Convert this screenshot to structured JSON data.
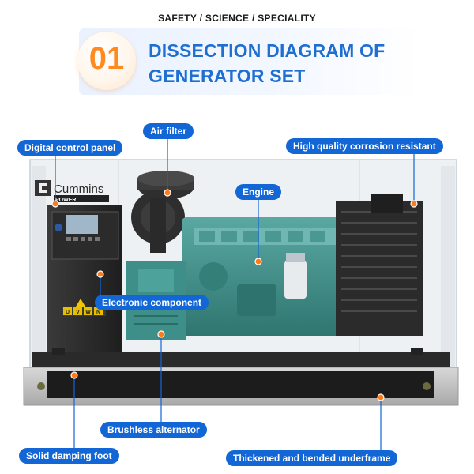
{
  "header": {
    "tagline": "SAFETY / SCIENCE / SPECIALITY",
    "number": "01",
    "title_line1": "DISSECTION DIAGRAM OF",
    "title_line2": "GENERATOR SET"
  },
  "machine": {
    "brand": "Cummins",
    "brand_sub": "POWER",
    "panel_buttons": [
      "U",
      "V",
      "W",
      "N"
    ]
  },
  "labels": {
    "air_filter": "Air filter",
    "digital_control_panel": "Digital control panel",
    "high_quality": "High quality corrosion resistant",
    "engine": "Engine",
    "electronic_component": "Electronic component",
    "brushless_alternator": "Brushless alternator",
    "solid_damping_foot": "Solid damping foot",
    "underframe": "Thickened and bended underframe"
  },
  "colors": {
    "accent_blue": "#1266d6",
    "title_blue": "#1f6fd1",
    "number_orange": "#ff8a1f",
    "engine_teal": "#3e8f8a",
    "dot_orange": "#ff7a1a"
  },
  "icons": [
    "cummins-logo-icon",
    "callout-dot-icon"
  ]
}
